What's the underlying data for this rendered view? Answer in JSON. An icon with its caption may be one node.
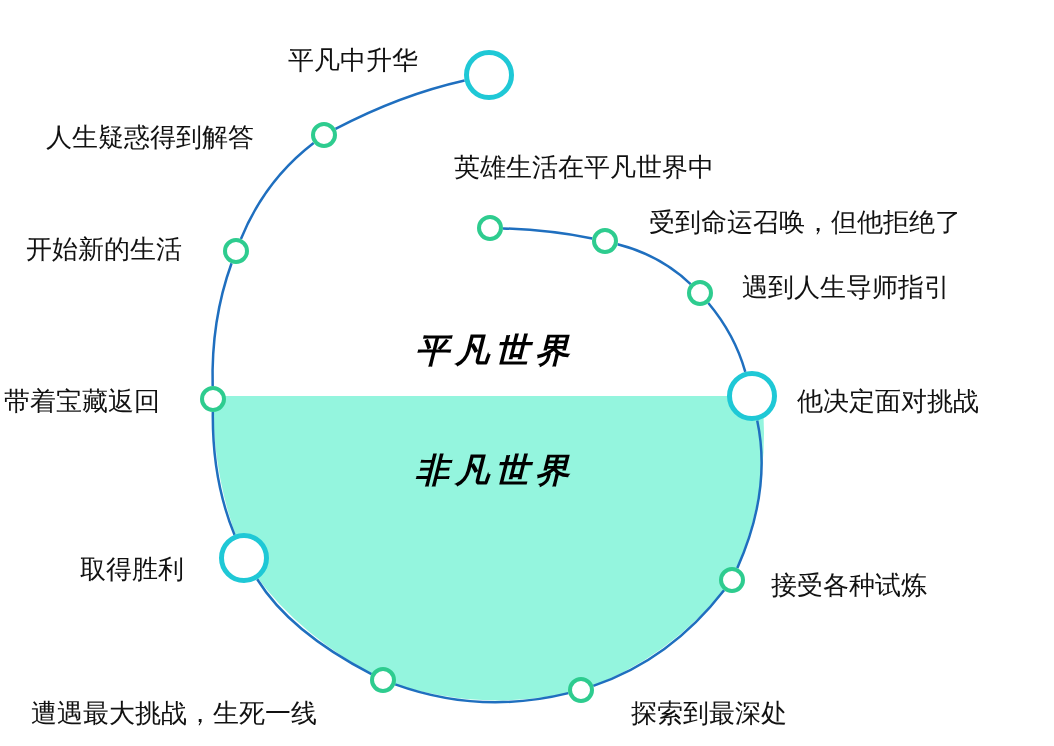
{
  "diagram": {
    "nodes": [
      {
        "text": [],
        "shape": "circle",
        "beside": [
          "英雄生活在平凡世界中"
        ]
      },
      {
        "text": [],
        "shape": "circle",
        "beside": [
          "受到命运召唤，但他拒绝了"
        ]
      },
      {
        "text": [],
        "shape": "circle",
        "beside": [
          "遇到人生导师指引"
        ]
      },
      {
        "text": [],
        "shape": "circle",
        "beside": [
          "他决定面对挑战"
        ]
      },
      {
        "text": [],
        "shape": "circle",
        "beside": [
          "接受各种试炼"
        ]
      },
      {
        "text": [],
        "shape": "circle",
        "beside": [
          "探索到最深处"
        ]
      },
      {
        "text": [],
        "shape": "circle",
        "beside": [
          "遭遇最大挑战，生死一线"
        ]
      },
      {
        "text": [],
        "shape": "circle",
        "beside": [
          "取得胜利"
        ]
      },
      {
        "text": [],
        "shape": "circle",
        "beside": [
          "带着宝藏返回"
        ]
      },
      {
        "text": [],
        "shape": "circle",
        "beside": [
          "开始新的生活"
        ]
      },
      {
        "text": [],
        "shape": "circle",
        "beside": [
          "人生疑惑得到解答"
        ]
      },
      {
        "text": [],
        "shape": "circle",
        "beside": [
          "平凡中升华"
        ]
      }
    ],
    "edges": [
      {
        "from": 0,
        "to": 1,
        "arrow": "none"
      },
      {
        "from": 1,
        "to": 2,
        "arrow": "none"
      },
      {
        "from": 2,
        "to": 3,
        "arrow": "none"
      },
      {
        "from": 3,
        "to": 4,
        "arrow": "none"
      },
      {
        "from": 4,
        "to": 5,
        "arrow": "none"
      },
      {
        "from": 5,
        "to": 6,
        "arrow": "none"
      },
      {
        "from": 6,
        "to": 7,
        "arrow": "none"
      },
      {
        "from": 7,
        "to": 8,
        "arrow": "none"
      },
      {
        "from": 8,
        "to": 9,
        "arrow": "none"
      },
      {
        "from": 9,
        "to": 10,
        "arrow": "none"
      },
      {
        "from": 10,
        "to": 11,
        "arrow": "none"
      }
    ],
    "labels": [
      "平凡世界",
      "非凡世界"
    ]
  }
}
